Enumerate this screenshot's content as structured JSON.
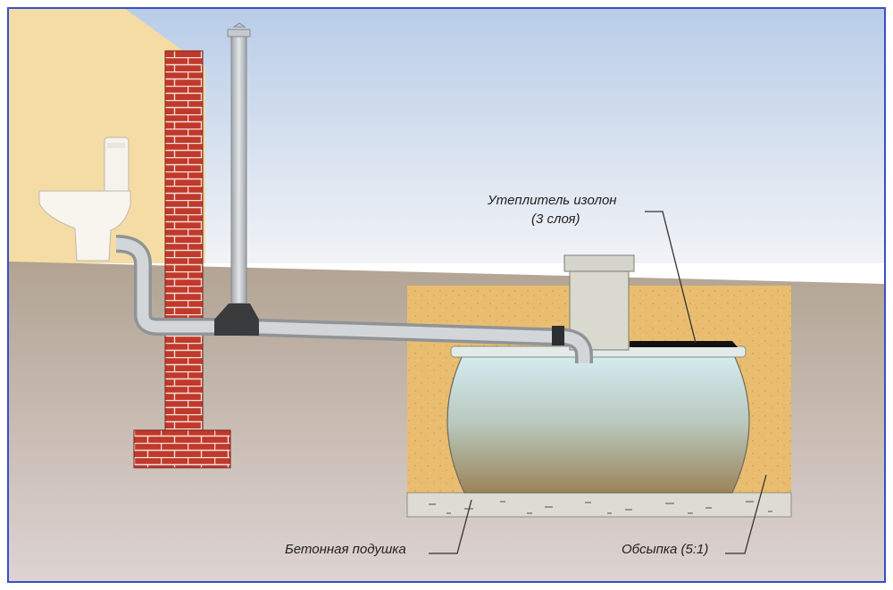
{
  "labels": {
    "insulation_line1": "Утеплитель изолон",
    "insulation_line2": "(3 слоя)",
    "concrete_pad": "Бетонная подушка",
    "backfill": "Обсыпка (5:1)"
  },
  "colors": {
    "frame": "#3a4fc4",
    "sky_top": "#c9d9ee",
    "sky_bottom": "#eef2f7",
    "wall": "#f3dca6",
    "soil": "#b7a898",
    "backfill": "#e8b96a",
    "brick": "#b8362a",
    "pipe": "#c9cdd0",
    "tank_top": "#cfe7ee",
    "tank_bottom": "#9d8a66",
    "concrete": "#d9d9cf",
    "insulation": "#111111"
  }
}
